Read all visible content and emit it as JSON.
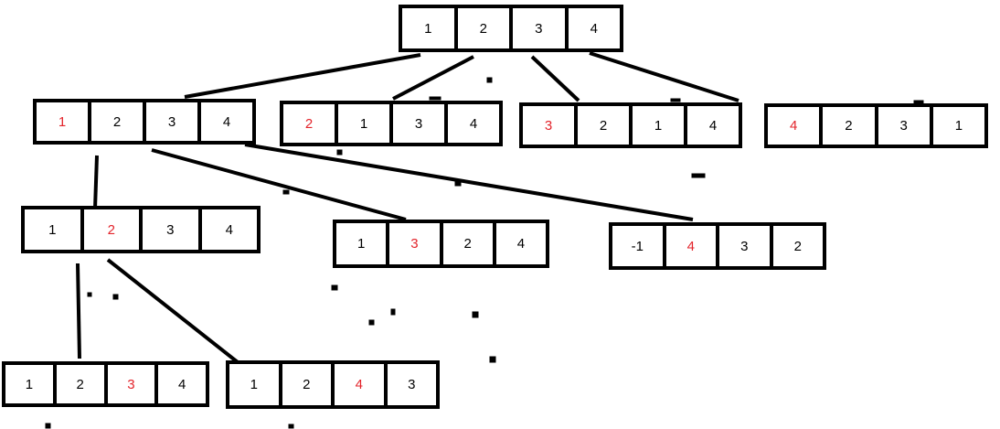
{
  "diagram": {
    "type": "permutation-tree",
    "highlight_color": "#e3242b",
    "nodes": [
      {
        "id": "root",
        "cells": [
          {
            "v": "1"
          },
          {
            "v": "2"
          },
          {
            "v": "3"
          },
          {
            "v": "4"
          }
        ]
      },
      {
        "id": "L1a",
        "cells": [
          {
            "v": "1",
            "red": true
          },
          {
            "v": "2"
          },
          {
            "v": "3"
          },
          {
            "v": "4"
          }
        ]
      },
      {
        "id": "L1b",
        "cells": [
          {
            "v": "2",
            "red": true
          },
          {
            "v": "1"
          },
          {
            "v": "3"
          },
          {
            "v": "4"
          }
        ]
      },
      {
        "id": "L1c",
        "cells": [
          {
            "v": "3",
            "red": true
          },
          {
            "v": "2"
          },
          {
            "v": "1"
          },
          {
            "v": "4"
          }
        ]
      },
      {
        "id": "L1d",
        "cells": [
          {
            "v": "4",
            "red": true
          },
          {
            "v": "2"
          },
          {
            "v": "3"
          },
          {
            "v": "1"
          }
        ]
      },
      {
        "id": "L2a",
        "cells": [
          {
            "v": "1"
          },
          {
            "v": "2",
            "red": true
          },
          {
            "v": "3"
          },
          {
            "v": "4"
          }
        ]
      },
      {
        "id": "L2b",
        "cells": [
          {
            "v": "1"
          },
          {
            "v": "3",
            "red": true
          },
          {
            "v": "2"
          },
          {
            "v": "4"
          }
        ]
      },
      {
        "id": "L2c",
        "cells": [
          {
            "v": "-1"
          },
          {
            "v": "4",
            "red": true
          },
          {
            "v": "3"
          },
          {
            "v": "2"
          }
        ]
      },
      {
        "id": "L3a",
        "cells": [
          {
            "v": "1"
          },
          {
            "v": "2"
          },
          {
            "v": "3",
            "red": true
          },
          {
            "v": "4"
          }
        ]
      },
      {
        "id": "L3b",
        "cells": [
          {
            "v": "1"
          },
          {
            "v": "2"
          },
          {
            "v": "4",
            "red": true
          },
          {
            "v": "3"
          }
        ]
      }
    ]
  }
}
